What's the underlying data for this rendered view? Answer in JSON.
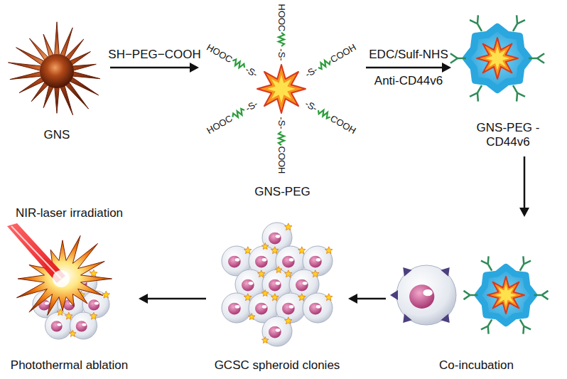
{
  "diagram": {
    "nodes": [
      {
        "text": [
          "GNS"
        ]
      },
      {
        "text": [
          "GNS-PEG"
        ]
      },
      {
        "text": [
          "GNS-PEG -CD44v6"
        ]
      },
      {
        "text": [
          "Co-incubation"
        ]
      },
      {
        "text": [
          "GCSC spheroid clonies"
        ]
      },
      {
        "text": [
          "NIR-laser irradiation",
          "Photothermal ablation"
        ]
      }
    ],
    "edges": [
      {
        "from": 0,
        "to": 1,
        "arrow": "to",
        "label": "SH−PEG−COOH"
      },
      {
        "from": 1,
        "to": 2,
        "arrow": "to",
        "label": "EDC/Sulf-NHS"
      },
      {
        "from": 2,
        "to": 3,
        "arrow": "to"
      },
      {
        "from": 3,
        "to": 4,
        "arrow": "to"
      },
      {
        "from": 4,
        "to": 5,
        "arrow": "to"
      }
    ],
    "labels": [
      "Anti-CD44v6",
      "-S-",
      "HOOC",
      "-S-",
      "COOH",
      "-S-",
      "COOH",
      "-S-",
      "COOH",
      "-S-",
      "HOOC",
      "-S-",
      "HOOC"
    ]
  }
}
